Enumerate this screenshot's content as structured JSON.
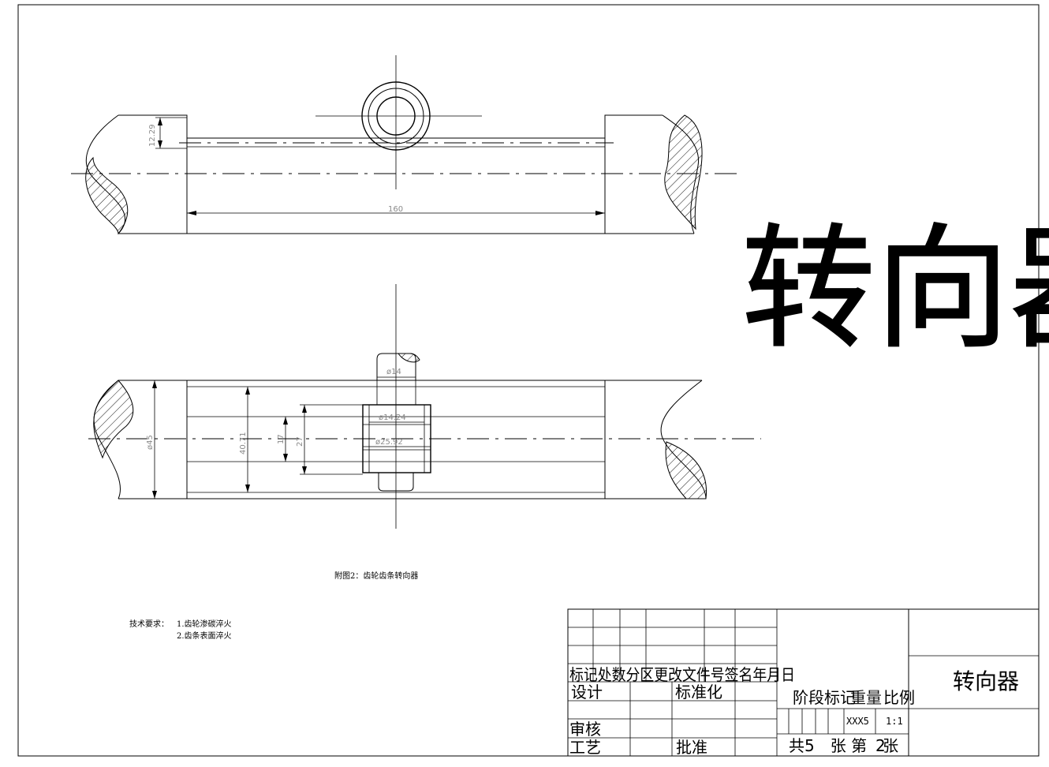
{
  "big_title": "转向器",
  "caption": "附图2：齿轮齿条转向器",
  "tech_requirements": {
    "label": "技术要求：",
    "item1": "1.齿轮渗碳淬火",
    "item2": "2.齿条表面淬火"
  },
  "dimensions": {
    "top_height": "12.29",
    "top_length": "160",
    "rack_dia": "ø45",
    "pinion_shaft_dia": "ø14",
    "pinion_inner_dia": "ø14.24",
    "pinion_outer_dia": "ø25.92",
    "width_40": "40.71",
    "width_17": "17",
    "width_27": "27"
  },
  "title_block": {
    "product_name": "转向器",
    "header_row": "标记处数分区更改文件号签名年月日",
    "design": "设计",
    "standardize": "标准化",
    "stage_mark": "阶段标记",
    "weight": "重量",
    "scale": "比例",
    "review": "审核",
    "process": "工艺",
    "approve": "批准",
    "weight_value": "XXX5",
    "scale_value": "1:1",
    "sheets": "共5　张 第　张",
    "sheet_no": "2"
  }
}
